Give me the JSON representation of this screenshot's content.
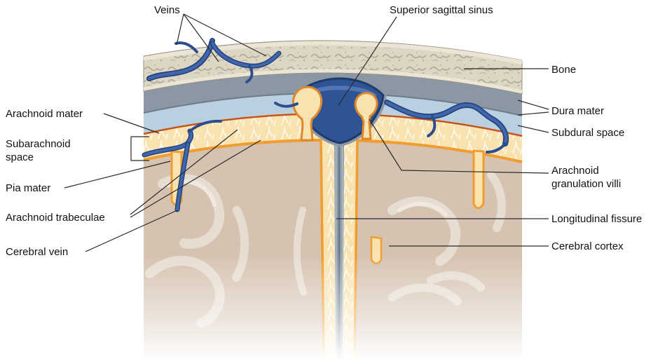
{
  "diagram": {
    "labels": {
      "veins": "Veins",
      "superior_sagittal_sinus": "Superior sagittal sinus",
      "bone": "Bone",
      "dura_mater": "Dura mater",
      "subdural_space": "Subdural space",
      "arachnoid_granulation_villi": "Arachnoid granulation villi",
      "longitudinal_fissure": "Longitudinal fissure",
      "cerebral_cortex": "Cerebral cortex",
      "arachnoid_mater": "Arachnoid mater",
      "subarachnoid_space": "Subarachnoid space",
      "pia_mater": "Pia mater",
      "arachnoid_trabeculae": "Arachnoid trabeculae",
      "cerebral_vein": "Cerebral vein"
    },
    "colors": {
      "bone": "#ded6c4",
      "bone_speckle": "#aaa18e",
      "dura": "#8b97a4",
      "subdural": "#bad0e0",
      "arachnoid_line": "#c2541f",
      "subarachnoid": "#f8e3b0",
      "trabeculae": "#ffffff",
      "pia": "#ef9d2e",
      "sinus": "#2f5496",
      "sinus_outline": "#1d3a6b",
      "vein": "#4066ac",
      "vein_dark": "#24437c",
      "cortex": "#d5c2b0",
      "sulci": "#e8ded2",
      "fissure_core": "#8e9aa6",
      "leader": "#2a2a2a"
    }
  }
}
